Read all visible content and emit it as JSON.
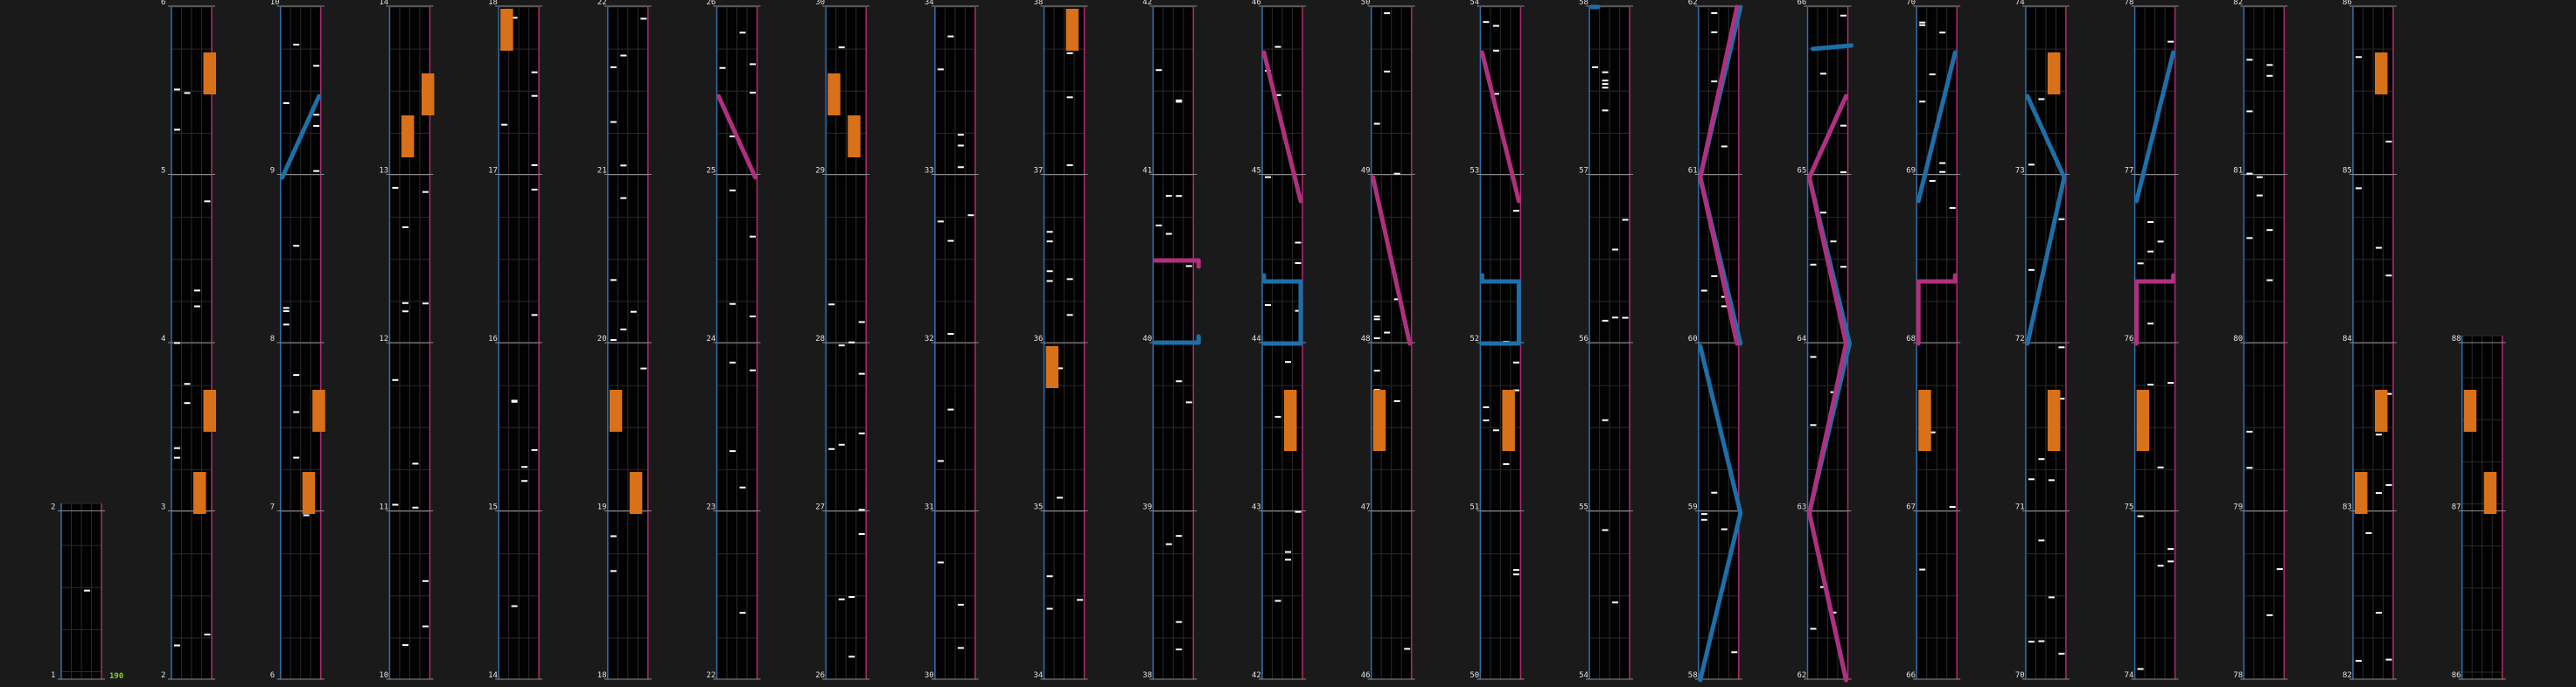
{
  "screen_title": "",
  "colors": {
    "background": "#1a1a1a",
    "lane_bg": "#020202",
    "grid": "#2a2a2a",
    "measure_line": "#8a8a8a",
    "left_edge": "#2f6fb0",
    "right_edge": "#b02a70",
    "tap_note": "#ffffff",
    "hold_note": "#d9701a",
    "slide_blue": "#1e6fa8",
    "slide_pink": "#b0307f",
    "combo_text": "#7ad320"
  },
  "combo_count": "190",
  "measure_numbers": {
    "col0": [
      "1",
      "2"
    ],
    "col1": [
      "2",
      "3",
      "4",
      "5",
      "6"
    ],
    "col2": [
      "6",
      "7",
      "8",
      "9",
      "10"
    ],
    "col3": [
      "10",
      "11",
      "12",
      "13",
      "14"
    ],
    "col4": [
      "14",
      "15",
      "16",
      "17",
      "18"
    ],
    "col5": [
      "18",
      "19",
      "20",
      "21",
      "22"
    ],
    "col6": [
      "22",
      "23",
      "24",
      "25",
      "26"
    ],
    "col7": [
      "26",
      "27",
      "28",
      "29",
      "30"
    ],
    "col8": [
      "30",
      "31",
      "32",
      "33",
      "34"
    ],
    "col9": [
      "34",
      "35",
      "36",
      "37",
      "38"
    ],
    "col10": [
      "38",
      "39",
      "40",
      "41",
      "42"
    ],
    "col11": [
      "42",
      "43",
      "44",
      "45",
      "46"
    ],
    "col12": [
      "46",
      "47",
      "48",
      "49",
      "50"
    ],
    "col13": [
      "50",
      "51",
      "52",
      "53",
      "54"
    ],
    "col14": [
      "54",
      "55",
      "56",
      "57",
      "58"
    ],
    "col15": [
      "58",
      "59",
      "60",
      "61",
      "62"
    ],
    "col16": [
      "62",
      "63",
      "64",
      "65",
      "66"
    ],
    "col17": [
      "66",
      "67",
      "68",
      "69",
      "70"
    ],
    "col18": [
      "70",
      "71",
      "72",
      "73",
      "74"
    ],
    "col19": [
      "74",
      "75",
      "76",
      "77",
      "78"
    ],
    "col20": [
      "78",
      "79",
      "80",
      "81",
      "82"
    ],
    "col21": [
      "82",
      "83",
      "84",
      "85",
      "86"
    ],
    "col22": [
      "86",
      "87",
      "88"
    ]
  },
  "note_types": [
    "tap",
    "hold",
    "slide"
  ]
}
